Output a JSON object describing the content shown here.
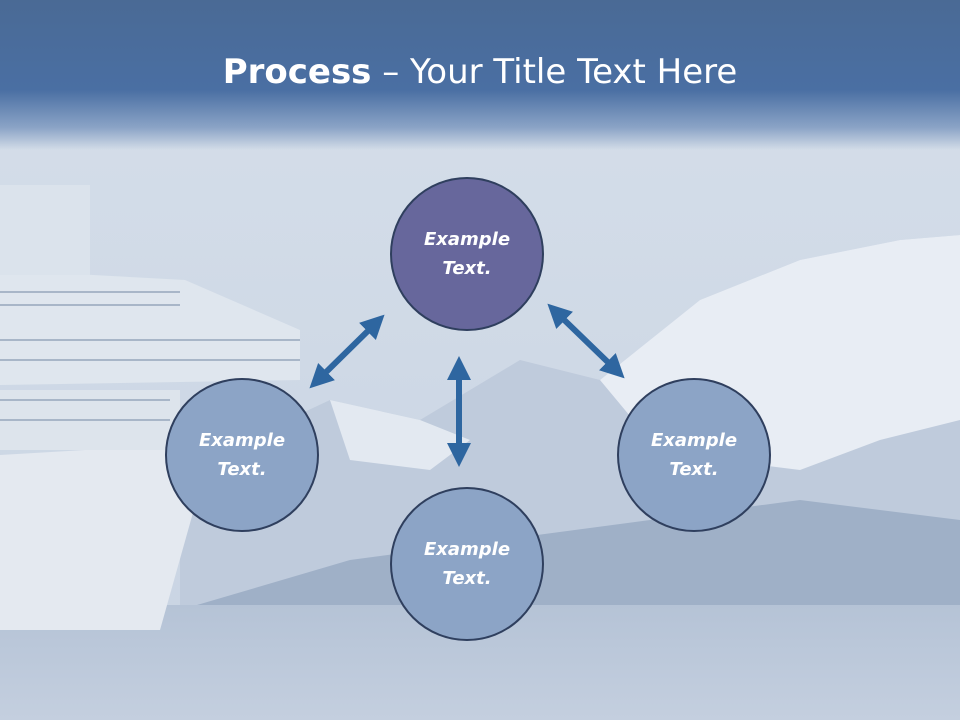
{
  "slide": {
    "title_bold": "Process",
    "title_rest": " – Your Title Text Here"
  },
  "diagram": {
    "nodes": [
      {
        "id": "top",
        "label": "Example Text."
      },
      {
        "id": "left",
        "label": "Example Text."
      },
      {
        "id": "right",
        "label": "Example Text."
      },
      {
        "id": "bottom",
        "label": "Example Text."
      }
    ]
  },
  "colors": {
    "title_bar": "#4a6fa3",
    "node_highlight": "#67679c",
    "node_default": "#8ca4c6",
    "arrow": "#2e66a0"
  }
}
